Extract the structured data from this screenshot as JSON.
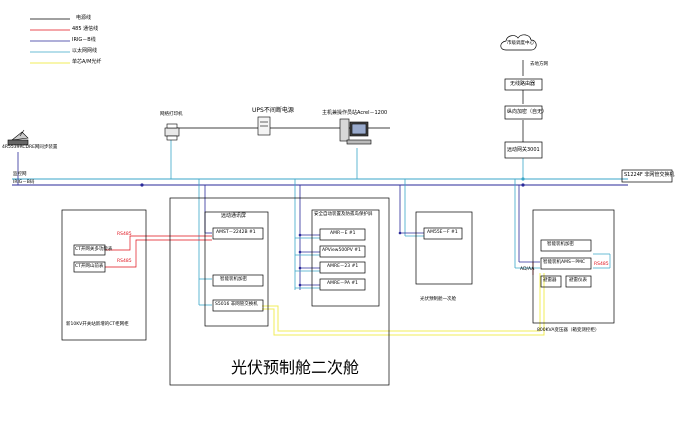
{
  "legend": {
    "items": [
      {
        "label": "电源线",
        "color": "#000000"
      },
      {
        "label": "485 通信线",
        "color": "#e0101a"
      },
      {
        "label": "IRIG－B线",
        "color": "#2a2a9a"
      },
      {
        "label": "以太网网线",
        "color": "#3aa6c8"
      },
      {
        "label": "单芯A/M光纤",
        "color": "#f2ec58"
      }
    ]
  },
  "top": {
    "dispatch_center": "市级调度中心",
    "transmit_label": "去地方网",
    "wireless_router": "无线路由器",
    "longitudinal_encryption": "纵向加密（自无）",
    "remote_gateway": "远动网关3001",
    "printer": "网络打印机",
    "ups_title": "UPS不间断电源",
    "workstation_title": "主机兼操作员站Acrel－1200",
    "gps_device": "4R5539RCDRE网同步装置",
    "switch_main": "S1224F 非网管交换机"
  },
  "bus_labels": {
    "line1": "监控网",
    "line2": "IRIG－B码"
  },
  "panels": {
    "left": {
      "caption": "新10KV开关站新增的CT柜网柜",
      "devices": [
        "CT开网关多功能表",
        "CT开网山前表"
      ],
      "rs485_a": "RS485",
      "rs485_b": "RS485"
    },
    "main": {
      "title": "光伏预制舱二次舱",
      "comm": {
        "title": "远动通讯屏",
        "items": [
          "AMST－2242B #1",
          "智能装机加密",
          "S5016 非网管交换机"
        ]
      },
      "protect": {
        "title": "安全自动装置及防孤岛保护屏",
        "items": [
          "AMR－E #1",
          "APView500PV #1",
          "AMRE－23 #1",
          "AMRE－PA #1"
        ]
      }
    },
    "mid": {
      "device": "AM55E－F #1",
      "caption": "光伏预制舱一次舱"
    },
    "right": {
      "caption": "800KVA变压器（箱变测控柜）",
      "items": [
        "智能装机加密",
        "智能装机AMS－PMC",
        "避雷器",
        "避雷仪表"
      ],
      "rs485": "RS485",
      "ad_label": "AD/AA"
    }
  }
}
